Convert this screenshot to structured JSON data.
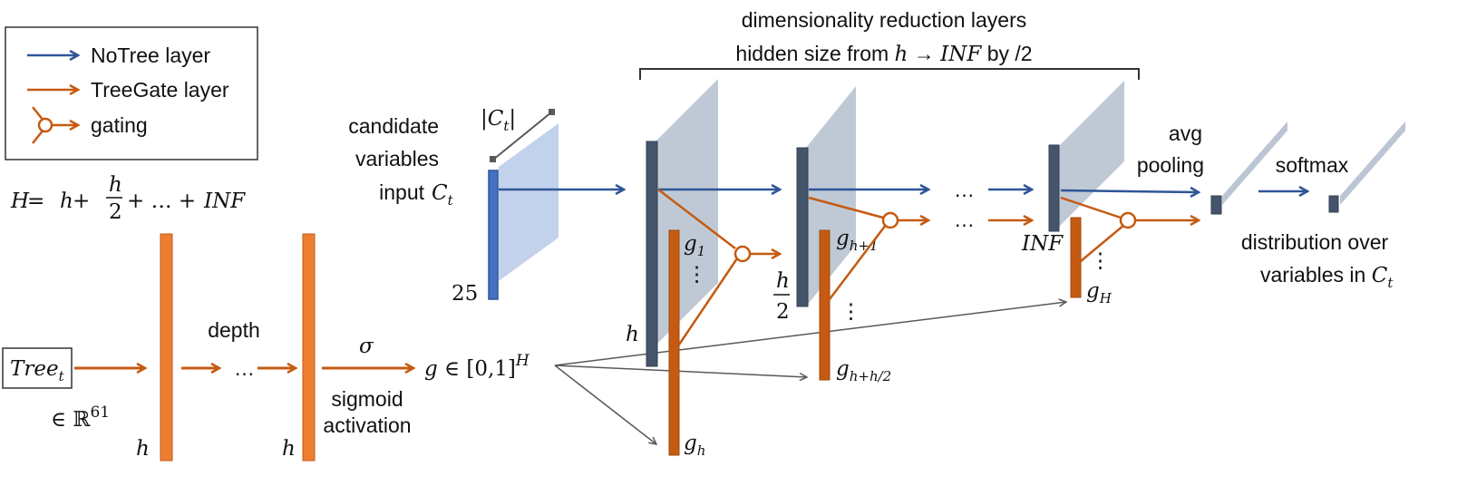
{
  "legend": {
    "notree": "NoTree layer",
    "treegate": "TreeGate layer",
    "gating": "gating"
  },
  "colors": {
    "notree_blue": "#2f5597",
    "treegate_orange": "#c55a11",
    "orange_bar": "#ed7d31",
    "dark_bar": "#44546a",
    "grey_plane": "#b4bfcf",
    "light_blue_plane": "#b4c7e7",
    "grey_line": "#595959"
  },
  "formula": {
    "H": "H",
    "eq": " = ",
    "h": "h",
    "plus1": " + ",
    "frac_num": "h",
    "frac_den": "2",
    "plus2": " +  … + ",
    "inf": "INF"
  },
  "header": {
    "line1": "dimensionality reduction layers",
    "line2_prefix": "hidden size from ",
    "line2_h": "h",
    "line2_arrow": " → ",
    "line2_inf": "INF",
    "line2_suffix": " by /2"
  },
  "input": {
    "line1": "candidate",
    "line2": "variables",
    "line3": "input",
    "Ct": "C",
    "Ct_sub": "t",
    "card_left": "|",
    "card_C": "C",
    "card_sub": "t",
    "card_right": "|",
    "size": "25"
  },
  "tree": {
    "label": "Tree",
    "label_sub": "t",
    "dim": "∈ ℝ",
    "dim_sup": "61",
    "h1": "h",
    "depth": "depth",
    "ellipsis": "…",
    "h2": "h",
    "sigma": "σ",
    "sigmoid1": "sigmoid",
    "sigmoid2": "activation",
    "g_prefix": "g",
    "g_set": " ∈ [0,1]",
    "g_sup": "H"
  },
  "network": {
    "h_label": "h",
    "g1": "g",
    "g1_sub": "1",
    "gh": "g",
    "gh_sub": "h",
    "h2_num": "h",
    "h2_den": "2",
    "ghp1": "g",
    "ghp1_sub": "h+1",
    "ghh2": "g",
    "ghh2_sub": "h+h/2",
    "dots_top": "…",
    "dots_bottom": "…",
    "inf": "INF",
    "gH": "g",
    "gH_sub": "H",
    "vdots": "⋮"
  },
  "output": {
    "avg1": "avg",
    "avg2": "pooling",
    "softmax": "softmax",
    "dist1": "distribution over",
    "dist2": "variables in ",
    "dist_C": "C",
    "dist_sub": "t"
  }
}
